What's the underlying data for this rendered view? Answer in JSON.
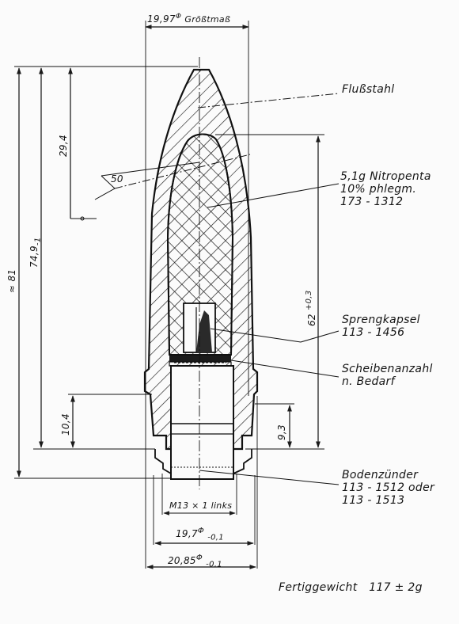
{
  "dims": {
    "top_diameter": "19,97",
    "top_diameter_note": "Größtmaß",
    "overall_length": "≈ 81",
    "body_length": "74,9",
    "body_length_tol": "-1",
    "nose_height": "29,4",
    "ogive_radius": "50",
    "charge_length": "62",
    "charge_length_tol": "+0,3",
    "band_height": "10,4",
    "base_height": "9,3",
    "thread": "M13 × 1 links",
    "band_diameter": "19,7",
    "band_diameter_tol": "-0,1",
    "max_diameter": "20,85",
    "max_diameter_tol": "-0,1",
    "diameter_symbol": "Φ"
  },
  "callouts": {
    "material": "Flußstahl",
    "charge_line1": "5,1g Nitropenta",
    "charge_line2": "10% phlegm.",
    "charge_line3": "173 - 1312",
    "cap_line1": "Sprengkapsel",
    "cap_line2": "113 - 1456",
    "discs_line1": "Scheibenanzahl",
    "discs_line2": "n. Bedarf",
    "fuze_line1": "Bodenzünder",
    "fuze_line2": "113 - 1512  oder",
    "fuze_line3": "113 - 1513"
  },
  "footer": {
    "weight_label": "Fertiggewicht",
    "weight_value": "117 ± 2g"
  }
}
